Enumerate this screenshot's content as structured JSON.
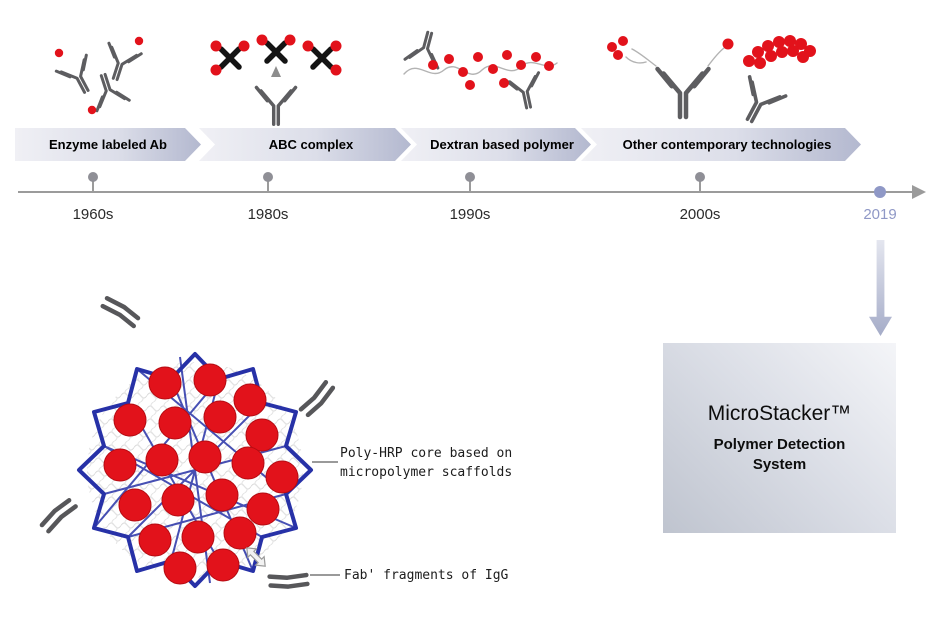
{
  "timeline": {
    "stages": [
      {
        "label": "Enzyme labeled Ab",
        "year": "1960s"
      },
      {
        "label": "ABC complex",
        "year": "1980s"
      },
      {
        "label": "Dextran based polymer",
        "year": "1990s"
      },
      {
        "label": "Other contemporary technologies",
        "year": "2000s"
      }
    ],
    "final_year": "2019"
  },
  "product": {
    "name": "MicroStacker™",
    "subtitle": "Polymer Detection System"
  },
  "polymer_labels": {
    "core_line1": "Poly-HRP core based on",
    "core_line2": "micropolymer scaffolds",
    "fab": "Fab' fragments of IgG"
  },
  "colors": {
    "red": "#e2121b",
    "blue": "#2731a7",
    "ab-gray": "#5d5d60",
    "accent": "#8f98c6"
  }
}
